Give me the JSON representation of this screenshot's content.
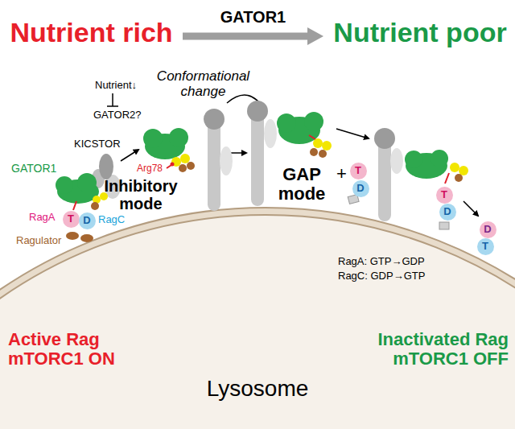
{
  "diagram": {
    "nodes": [
      {
        "text": [
          "Nutrient rich"
        ]
      },
      {
        "text": [
          "Nutrient poor"
        ]
      },
      {
        "text": [
          "T"
        ]
      },
      {
        "text": [
          "D"
        ]
      },
      {
        "text": [
          "T"
        ]
      },
      {
        "text": [
          "D"
        ]
      },
      {
        "text": [
          "T"
        ]
      },
      {
        "text": [
          "D"
        ]
      },
      {
        "text": [
          "D"
        ]
      },
      {
        "text": [
          "T"
        ]
      }
    ],
    "edges": [
      {
        "from": 0,
        "to": 1,
        "label": "GATOR1",
        "arrow": "to"
      }
    ],
    "labels": [
      "Conformational change",
      "Nutrient↓",
      "GATOR2?",
      "KICSTOR",
      "GATOR1",
      "Arg78",
      "RagA",
      "RagC",
      "Ragulator",
      "Inhibitory mode",
      "GAP mode",
      "+",
      "RagA: GTP→GDP",
      "RagC: GDP→GTP",
      "Active Rag mTORC1 ON",
      "Inactivated Rag mTORC1 OFF",
      "Lysosome"
    ]
  }
}
